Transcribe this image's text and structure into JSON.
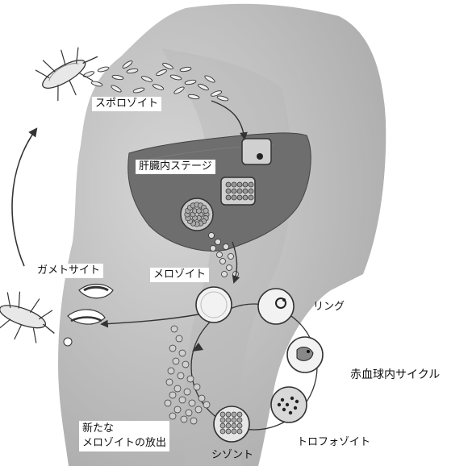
{
  "labels": {
    "sporozoite": "スポロゾイト",
    "liver_stage": "肝臓内ステージ",
    "merozoite": "メロゾイト",
    "gametocyte": "ガメトサイト",
    "ring": "リング",
    "trophozoite": "トロフォゾイト",
    "schizont": "シゾント",
    "rbc_cycle": "赤血球内サイクル",
    "new_merozoite_line1": "新たな",
    "new_merozoite_line2": "メロゾイトの放出"
  },
  "colors": {
    "body": "#c9c9c9",
    "body_shadow": "#a9a9a9",
    "liver": "#6e6e6e",
    "cell_outline": "#444444",
    "arrow": "#333333"
  }
}
